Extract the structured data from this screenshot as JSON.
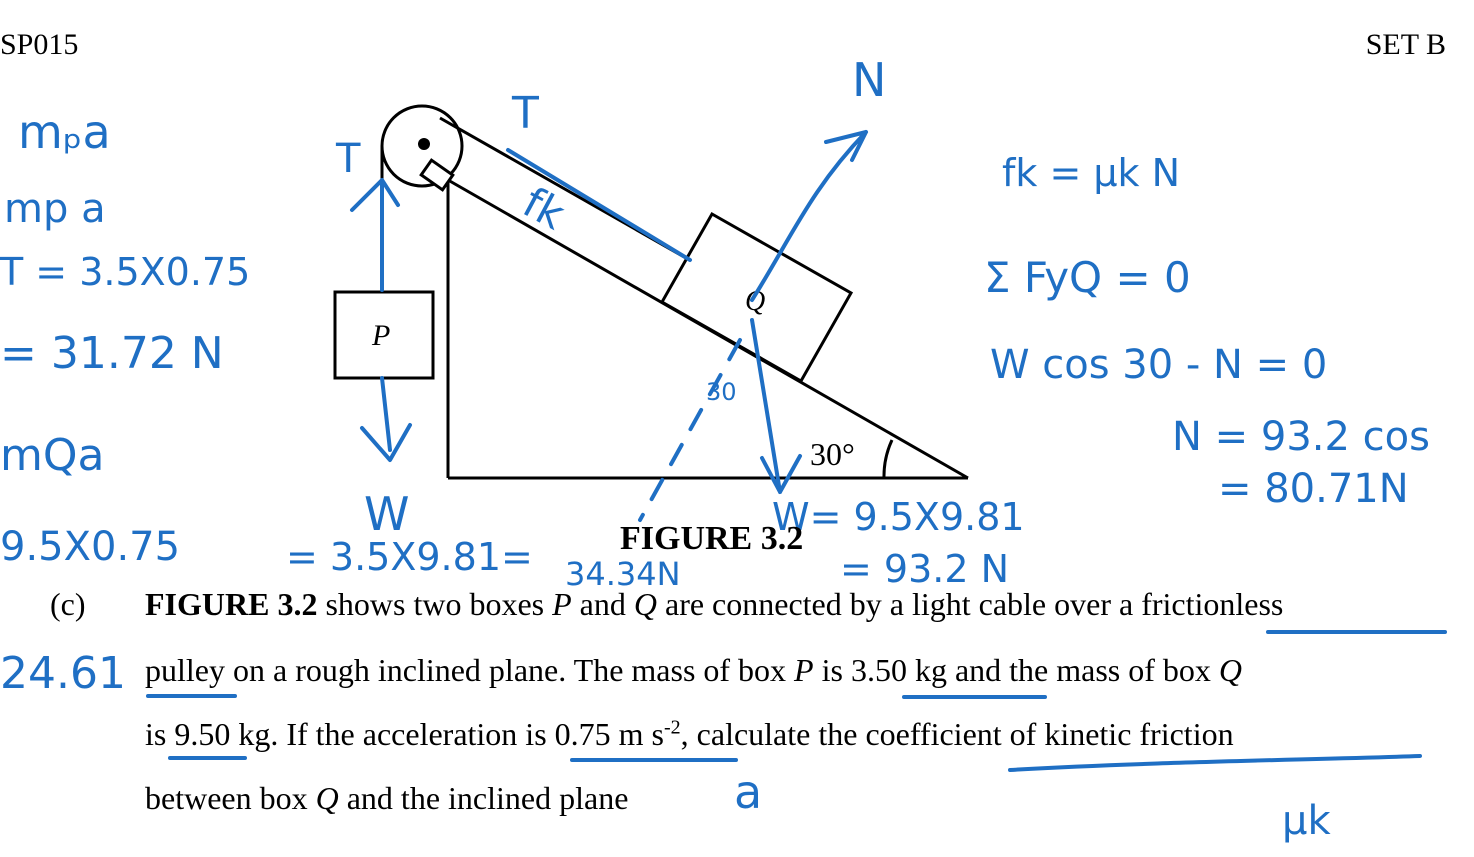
{
  "header": {
    "left": "SP015",
    "right": "SET B"
  },
  "figure": {
    "box_p_label": "P",
    "box_q_label": "Q",
    "angle_label": "30°",
    "caption": "FIGURE 3.2"
  },
  "question": {
    "label": "(c)",
    "line1_bold": "FIGURE 3.2",
    "line1_rest": " shows two boxes ",
    "line1_p": "P",
    "line1_and": " and ",
    "line1_q": "Q",
    "line1_end": " are connected by a light cable over a  frictionless",
    "line2_a": "pulley on a rough inclined plane. The mass of box ",
    "line2_p": "P",
    "line2_b": " is 3.50 kg and the mass of box ",
    "line2_q": "Q",
    "line3_a": "is 9.50 kg. If the acceleration is 0.75 m s",
    "line3_sup": "-2",
    "line3_b": ", calculate the coefficient of kinetic friction",
    "line4_a": "between box ",
    "line4_q": "Q",
    "line4_b": " and the inclined plane"
  },
  "handwriting": {
    "left_1": "mₚa",
    "left_2": "mp a",
    "left_3": "T = 3.5X0.75",
    "left_4": "= 31.72 N",
    "left_5": "mQa",
    "left_6": "9.5X0.75",
    "left_7": "24.61",
    "tension_left": "T",
    "tension_right": "T",
    "friction_label": "fk",
    "normal_label": "N",
    "weight_p_label": "W",
    "weight_p_calc": "= 3.5X9.81=",
    "weight_p_result": "34.34N",
    "angle_note": "30",
    "weight_q_calc": "W= 9.5X9.81",
    "weight_q_result": "= 93.2 N",
    "right_1": "fk = μk N",
    "right_2": "Σ FyQ = 0",
    "right_3": "W cos 30 - N = 0",
    "right_4": "N = 93.2 cos",
    "right_5": "= 80.71N",
    "accel_symbol": "a",
    "mu_symbol": "μk"
  }
}
